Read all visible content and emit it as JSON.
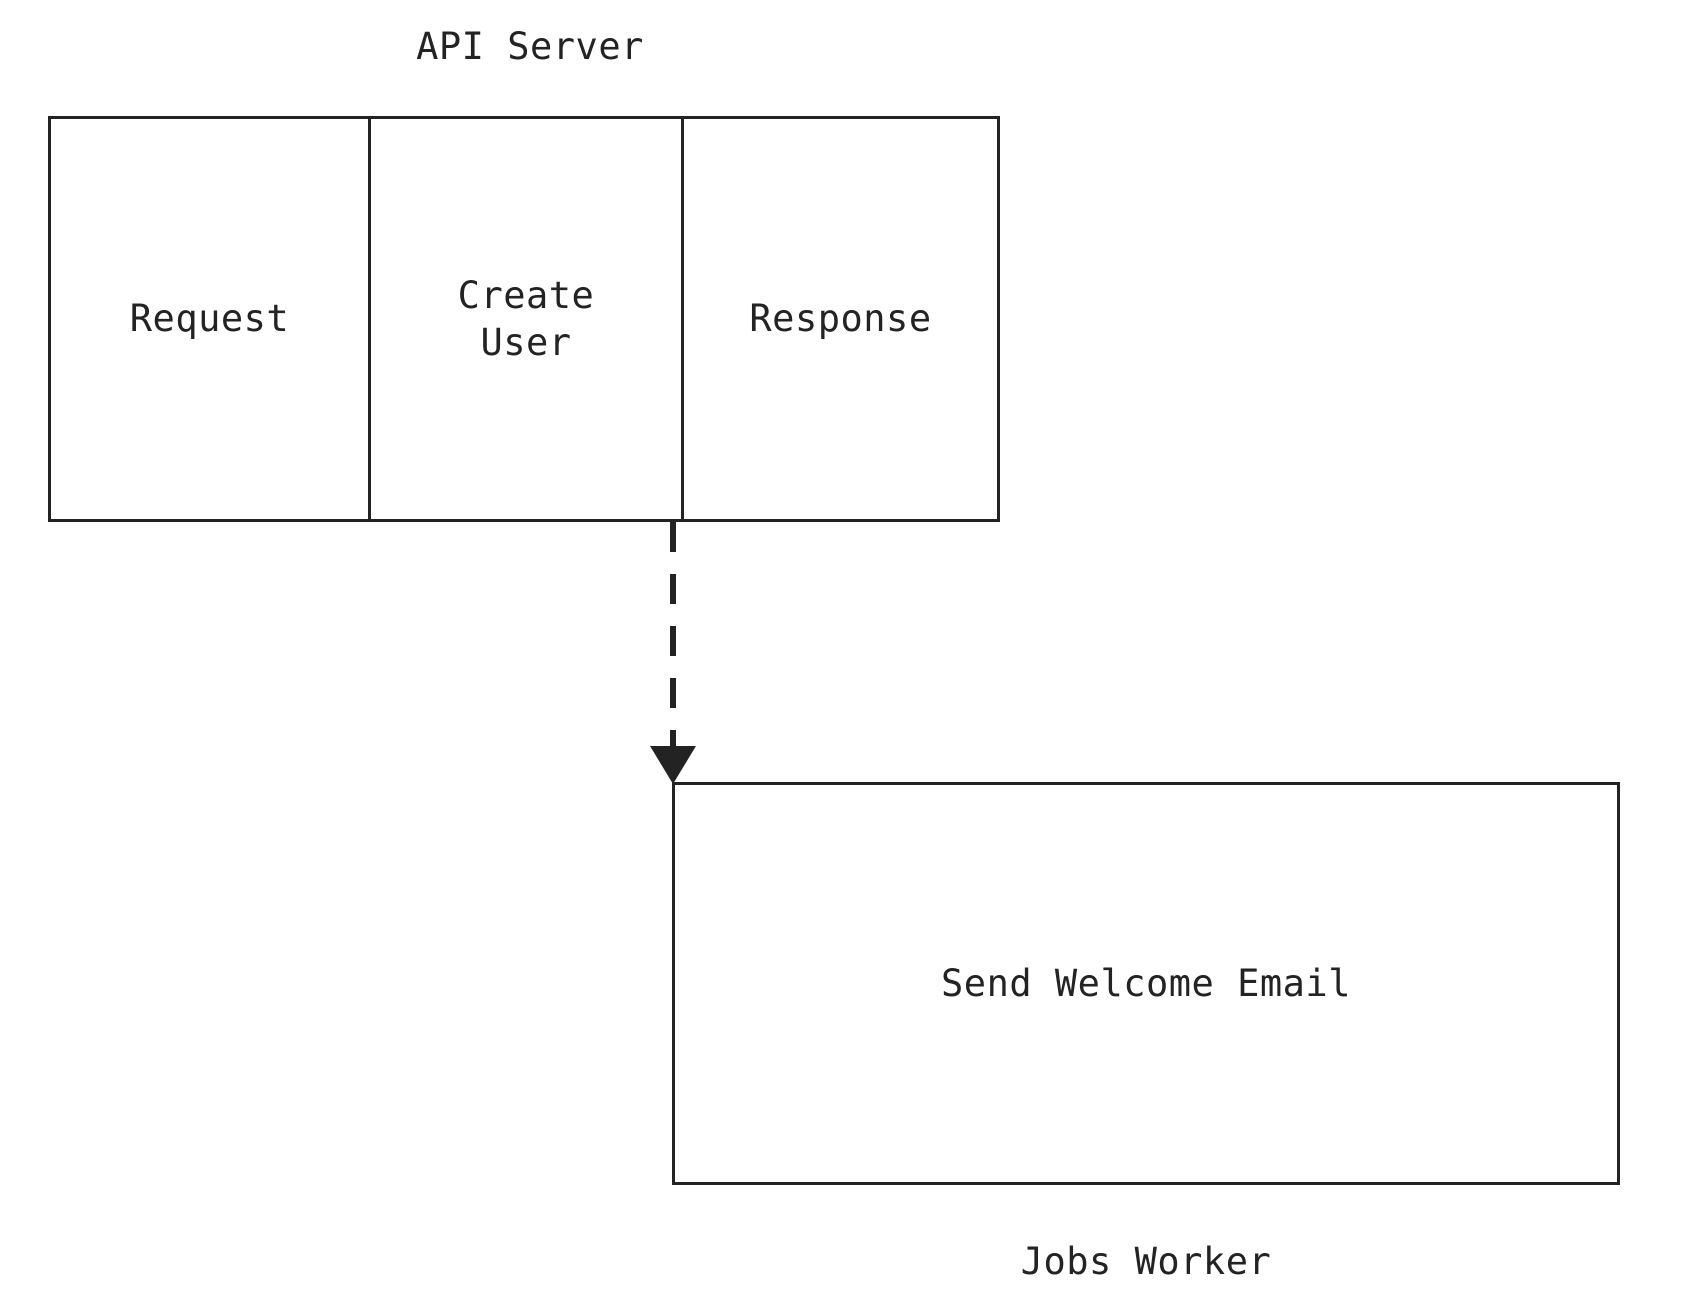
{
  "diagram": {
    "type": "flow-diagram",
    "background_color": "#ffffff",
    "stroke_color": "#232323",
    "text_color": "#232323",
    "groups": [
      {
        "id": "api-server",
        "title": "API Server",
        "title_position": "above",
        "cells": [
          {
            "id": "request",
            "label": "Request"
          },
          {
            "id": "create-user",
            "label": "Create\nUser"
          },
          {
            "id": "response",
            "label": "Response"
          }
        ]
      },
      {
        "id": "jobs-worker",
        "title": "Jobs Worker",
        "title_position": "below",
        "cells": [
          {
            "id": "send-welcome-email",
            "label": "Send Welcome Email"
          }
        ]
      }
    ],
    "connectors": [
      {
        "id": "create-user-to-jobs-worker",
        "from": "api-server.create-user",
        "to": "jobs-worker.send-welcome-email",
        "style": "dashed",
        "arrowhead": "filled-triangle",
        "direction": "down",
        "label": ""
      }
    ]
  }
}
